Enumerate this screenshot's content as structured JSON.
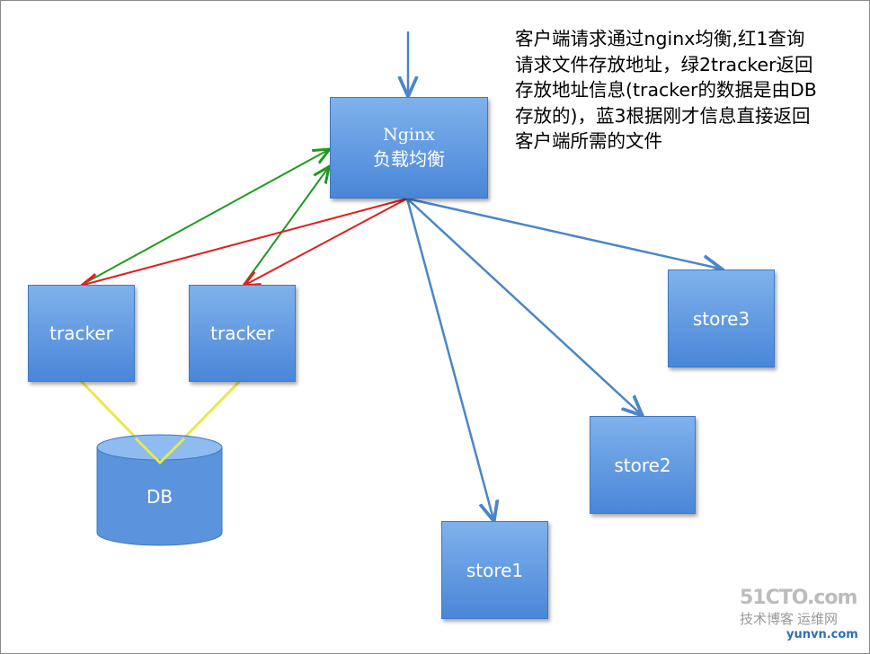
{
  "description": "客户端请求通过nginx均衡,红1查询\n请求文件存放地址，绿2tracker返回\n存放地址信息(tracker的数据是由DB\n存放的)，蓝3根据刚才信息直接返回\n客户端所需的文件",
  "nodes": {
    "nginx": {
      "line1": "Nginx",
      "line2": "负载均衡"
    },
    "tracker1": "tracker",
    "tracker2": "tracker",
    "db": "DB",
    "store1": "store1",
    "store2": "store2",
    "store3": "store3"
  },
  "watermark": {
    "line1": "51CTO.com",
    "line2": "技术博客",
    "line3": "运维网",
    "line4": "yunvn.com"
  },
  "colors": {
    "request": "#e02020",
    "response": "#1f9a1f",
    "download": "#4a86c8",
    "db_link": "#e8e84a"
  }
}
